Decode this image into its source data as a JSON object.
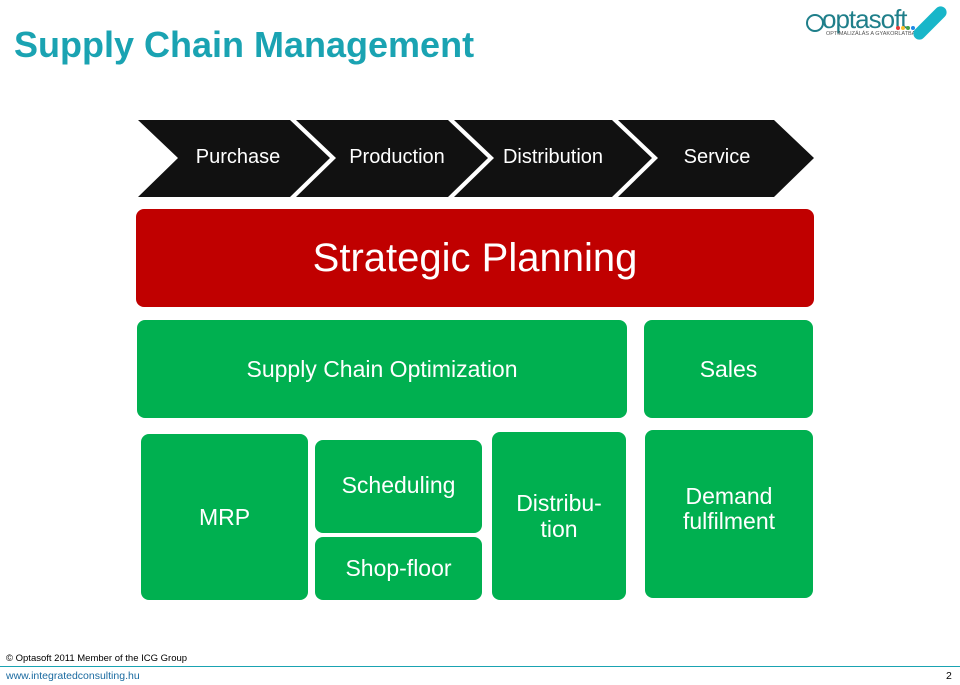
{
  "title": "Supply Chain Management",
  "logo": {
    "name": "optasoft",
    "tagline": "OPTIMALIZÁLÁS A GYAKORLATBAN"
  },
  "process": [
    "Purchase",
    "Production",
    "Distribution",
    "Service"
  ],
  "strategic": "Strategic Planning",
  "mid": {
    "optimization": "Supply Chain Optimization",
    "sales": "Sales"
  },
  "bottom": {
    "mrp": "MRP",
    "scheduling": "Scheduling",
    "shopfloor": "Shop-floor",
    "distribution_line1": "Distribu-",
    "distribution_line2": "tion",
    "demand_line1": "Demand",
    "demand_line2": "fulfilment"
  },
  "footer": {
    "copyright": "© Optasoft 2011 Member of the ICG Group",
    "url": "www.integratedconsulting.hu",
    "page": "2"
  },
  "colors": {
    "title": "#1aa3b2",
    "chevron": "#111111",
    "red": "#c00000",
    "green": "#00b050"
  }
}
